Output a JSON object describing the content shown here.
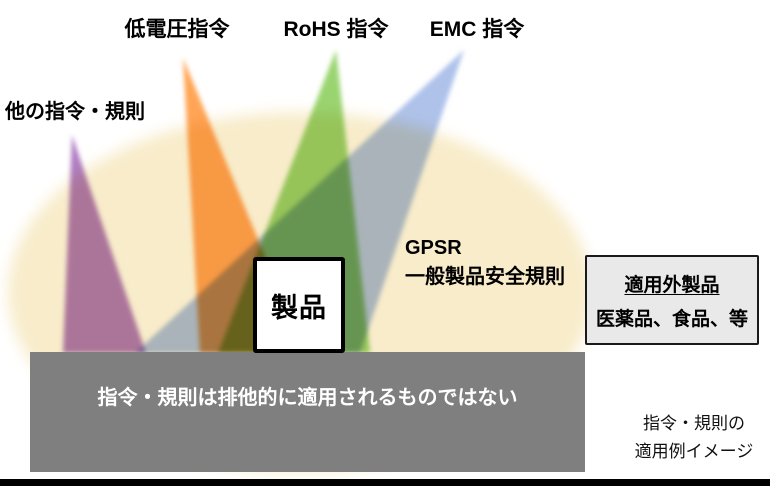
{
  "diagram": {
    "top_labels": [
      {
        "id": "low-voltage",
        "text": "低電圧指令"
      },
      {
        "id": "rohs",
        "text": "RoHS 指令"
      },
      {
        "id": "emc",
        "text": "EMC 指令"
      }
    ],
    "side_label": "他の指令・規則",
    "product_box": "製品",
    "gpsr": {
      "abbr": "GPSR",
      "full": "一般製品安全規則"
    },
    "exempt_box": {
      "title": "適用外製品",
      "items": "医薬品、食品、等"
    },
    "banner": "指令・規則は排他的に適用されるものではない",
    "caption": [
      "指令・規則の",
      "適用例イメージ"
    ],
    "beams": {
      "purple": {
        "label": "他の指令・規則",
        "color": "#a870bc"
      },
      "orange": {
        "label": "低電圧指令",
        "color": "#ff9b42"
      },
      "green": {
        "label": "RoHS 指令",
        "color": "#8fd060"
      },
      "blue": {
        "label": "EMC 指令",
        "color": "#a5bbe8"
      }
    },
    "colors": {
      "ellipse": "#f8ecca",
      "banner_bg": "#7f7f7f",
      "banner_text": "#ffffff",
      "exempt_bg": "#e9e9e9",
      "bottom_bar": "#000000",
      "box_border": "#000000"
    }
  }
}
